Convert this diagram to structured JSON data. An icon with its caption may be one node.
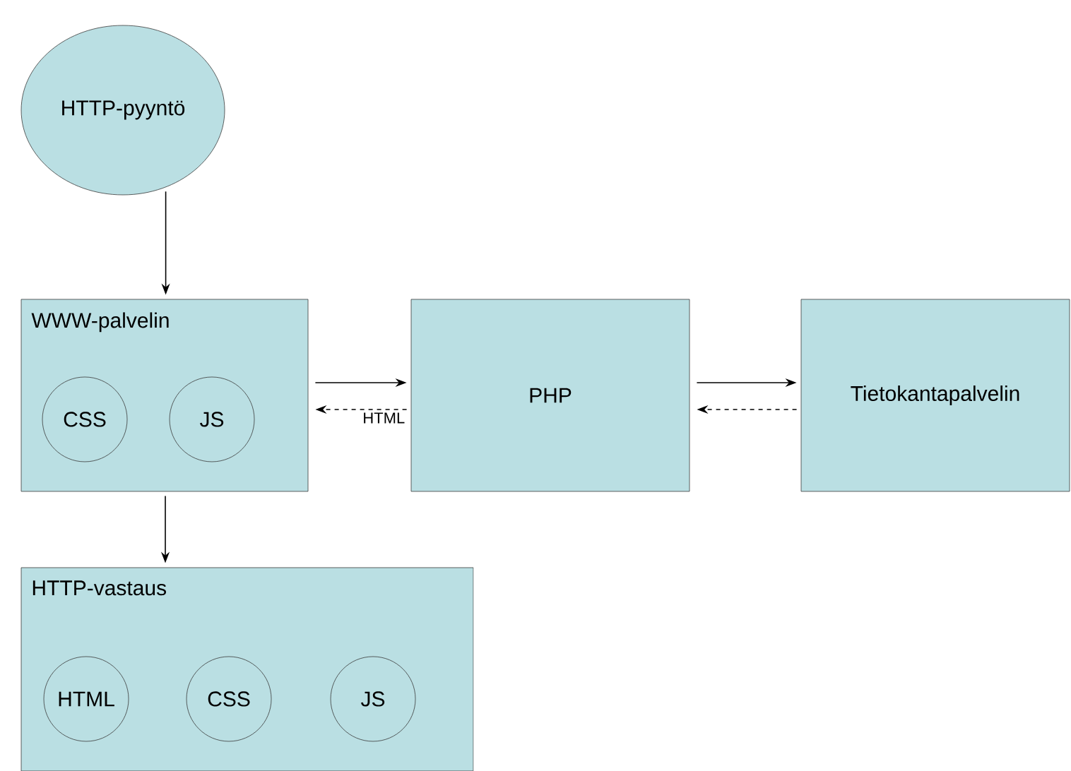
{
  "diagram": {
    "nodes": [
      {
        "text": [
          "HTTP-pyyntö"
        ]
      },
      {
        "text": [
          "WWW-palvelin"
        ]
      },
      {
        "text": [
          "CSS"
        ],
        "in": 1
      },
      {
        "text": [
          "JS"
        ],
        "in": 1
      },
      {
        "text": [
          "PHP"
        ]
      },
      {
        "text": [
          "Tietokantapalvelin"
        ]
      },
      {
        "text": [
          "HTTP-vastaus"
        ]
      },
      {
        "text": [
          "HTML"
        ],
        "in": 6
      },
      {
        "text": [
          "CSS"
        ],
        "in": 6
      },
      {
        "text": [
          "JS"
        ],
        "in": 6
      }
    ],
    "edges": [
      {
        "from": 0,
        "to": 1,
        "arrow": "to"
      },
      {
        "from": 1,
        "to": 4,
        "arrow": "to"
      },
      {
        "from": 4,
        "to": 1,
        "arrow": "to",
        "style": "dashed",
        "label": "HTML"
      },
      {
        "from": 4,
        "to": 5,
        "arrow": "to"
      },
      {
        "from": 5,
        "to": 4,
        "arrow": "to",
        "style": "dashed"
      },
      {
        "from": 1,
        "to": 6,
        "arrow": "to"
      }
    ]
  }
}
